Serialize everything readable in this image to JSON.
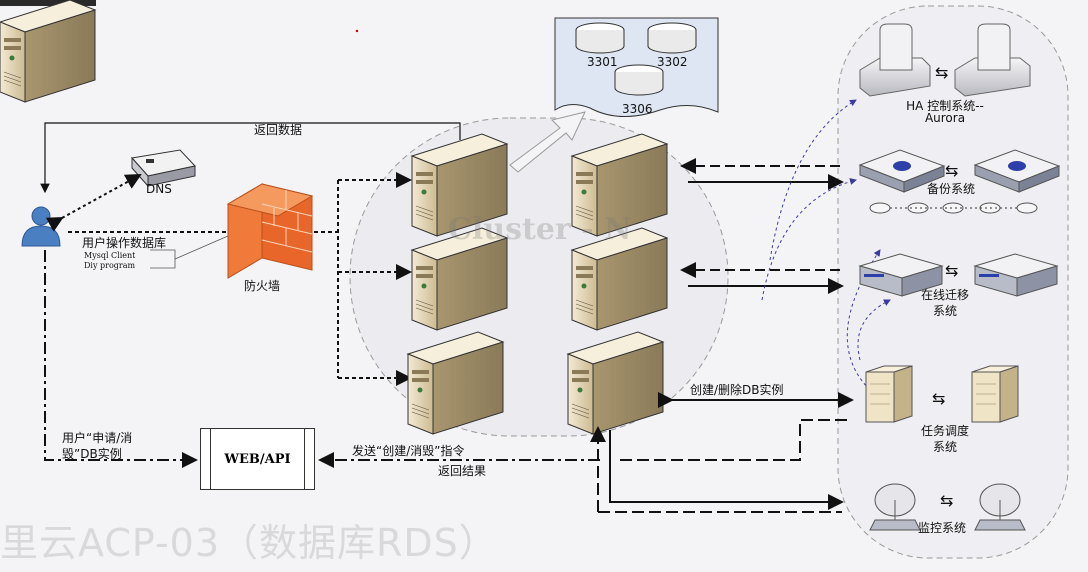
{
  "labels": {
    "return_data": "返回数据",
    "dns": "DNS",
    "user_db_op": "用户操作数据库",
    "mysql_client": "Mysql Client",
    "diy_program": "Diy program",
    "firewall": "防火墙",
    "user_apply": "用户“申请/消",
    "user_apply2": "毁”DB实例",
    "web_api": "WEB/API",
    "send_cmd": "发送“创建/消毁”指令",
    "return_result": "返回结果",
    "create_delete": "创建/删除DB实例",
    "cluster": "Cluster - N",
    "port_3301": "3301",
    "port_3302": "3302",
    "port_3306": "3306",
    "ha_line1": "HA 控制系统--",
    "ha_line2": "Aurora",
    "backup": "备份系统",
    "migrate_line1": "在线迁移",
    "migrate_line2": "系统",
    "sched_line1": "任务调度",
    "sched_line2": "系统",
    "monitor": "监控系统",
    "watermark": "里云ACP-03（数据库RDS）"
  },
  "colors": {
    "server_body": "#e8dcc0",
    "server_dark": "#b9a77f",
    "firewall": "#f07a3a",
    "user_icon": "#4a7fc1",
    "cluster_fill": "#e9e9ee"
  }
}
